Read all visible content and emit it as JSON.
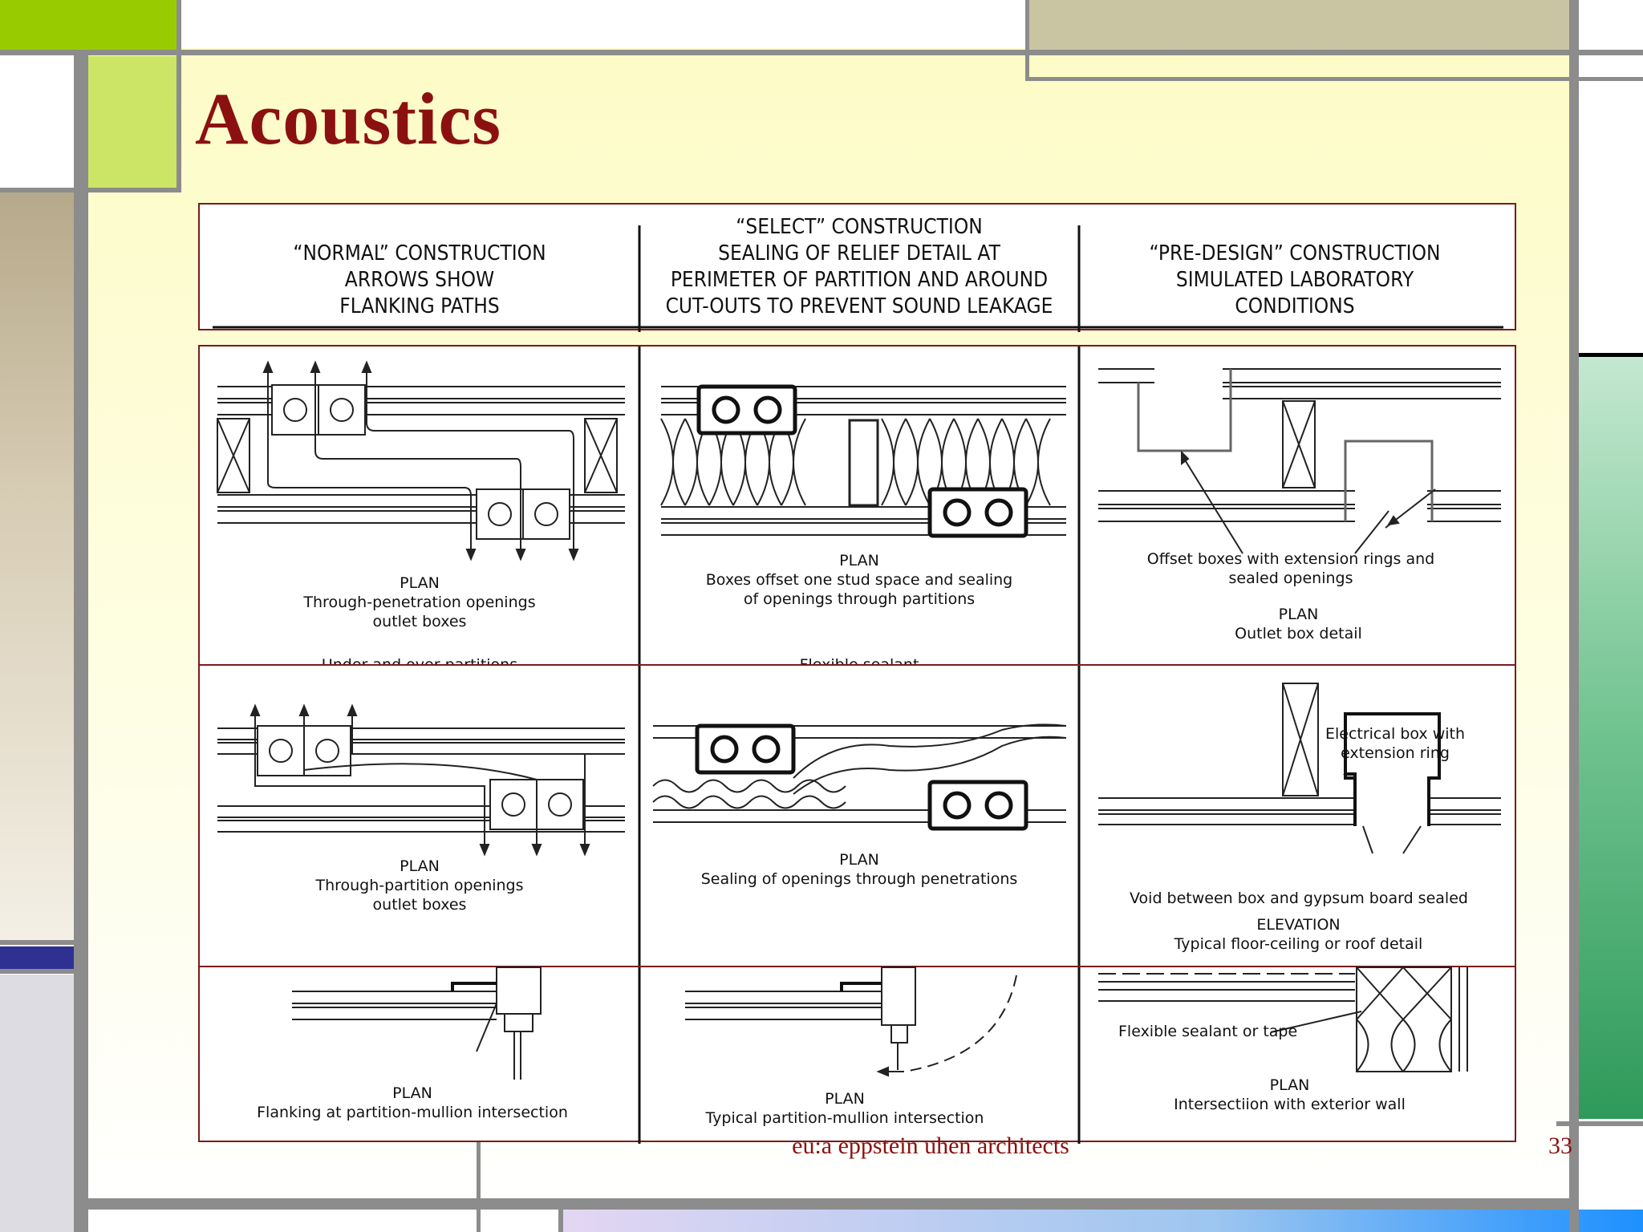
{
  "slide": {
    "title": "Acoustics",
    "footer": "eu:a   eppstein uhen architects",
    "page_number": "33"
  },
  "colors": {
    "title": "#8b1111",
    "lime_accent": "#99cc00",
    "light_lime": "#cce566",
    "khaki": "#c9c5a3",
    "navy": "#2e3192",
    "green_gradient": "#2e9a5a",
    "frame_gray": "#8c8c8c"
  },
  "table": {
    "headers": [
      [
        "“NORMAL” CONSTRUCTION",
        "ARROWS SHOW",
        "FLANKING PATHS"
      ],
      [
        "“SELECT” CONSTRUCTION",
        "SEALING OF RELIEF DETAIL AT",
        "PERIMETER OF PARTITION AND AROUND",
        "CUT-OUTS TO PREVENT SOUND LEAKAGE"
      ],
      [
        "“PRE-DESIGN” CONSTRUCTION",
        "SIMULATED LABORATORY",
        "CONDITIONS"
      ]
    ],
    "row1": {
      "c1": [
        "PLAN",
        "Through-penetration openings",
        "outlet boxes"
      ],
      "c2": [
        "PLAN",
        "Boxes offset one stud space and sealing",
        "of openings through partitions"
      ],
      "c3_note": [
        "Offset boxes with extension rings and",
        "sealed openings"
      ],
      "c3": [
        "PLAN",
        "Outlet box detail"
      ]
    },
    "cut_labels": {
      "c1": "Under and over partitions",
      "c2": "Flexible sealant"
    },
    "row2": {
      "c1": [
        "PLAN",
        "Through-partition openings",
        "outlet boxes"
      ],
      "c2": [
        "PLAN",
        "Sealing of openings through penetrations"
      ],
      "c3_note": [
        "Electrical box with",
        "extension ring"
      ],
      "c3_void": "Void between box and gypsum board sealed",
      "c3": [
        "ELEVATION",
        "Typical floor-ceiling or roof detail"
      ]
    },
    "row3": {
      "c1": [
        "PLAN",
        "Flanking at partition-mullion intersection"
      ],
      "c2": [
        "PLAN",
        "Typical partition-mullion intersection"
      ],
      "c3_note": "Flexible sealant or tape",
      "c3": [
        "PLAN",
        "Intersectiion with exterior wall"
      ]
    }
  }
}
